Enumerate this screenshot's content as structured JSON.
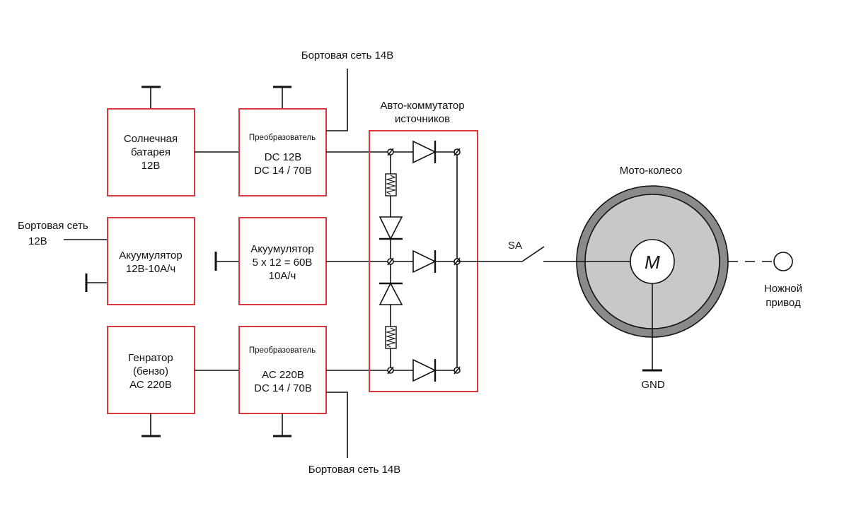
{
  "diagram": {
    "blocks": {
      "solar": {
        "lines": [
          "Солнечная",
          "батарея",
          "12В"
        ]
      },
      "converter_dc": {
        "caption": "Преобразователь",
        "lines": [
          "DC 12В",
          "DC 14 / 70В"
        ]
      },
      "battery_12": {
        "lines": [
          "Акуумулятор",
          "12В-10А/ч"
        ]
      },
      "battery_60": {
        "lines": [
          "Акуумулятор",
          "5 х 12 = 60В",
          "10А/ч"
        ]
      },
      "generator": {
        "lines": [
          "Генратор",
          "(бензо)",
          "АС 220В"
        ]
      },
      "converter_ac": {
        "caption": "Преобразователь",
        "lines": [
          "АС 220В",
          "DC 14 / 70В"
        ]
      }
    },
    "labels": {
      "net_14_top": "Бортовая сеть 14В",
      "net_14_bottom": "Бортовая сеть 14В",
      "net_12": [
        "Бортовая сеть",
        "12В"
      ],
      "commutator": [
        "Авто-коммутатор",
        "источников"
      ],
      "switch": "SA",
      "wheel": "Мото-колесо",
      "motor": "M",
      "ground": "GND",
      "pedal": [
        "Ножной",
        "привод"
      ]
    },
    "colors": {
      "block_border": "#d9383d",
      "wheel_rim": "#8a8a8a",
      "wheel_body": "#c8c8c8"
    }
  }
}
